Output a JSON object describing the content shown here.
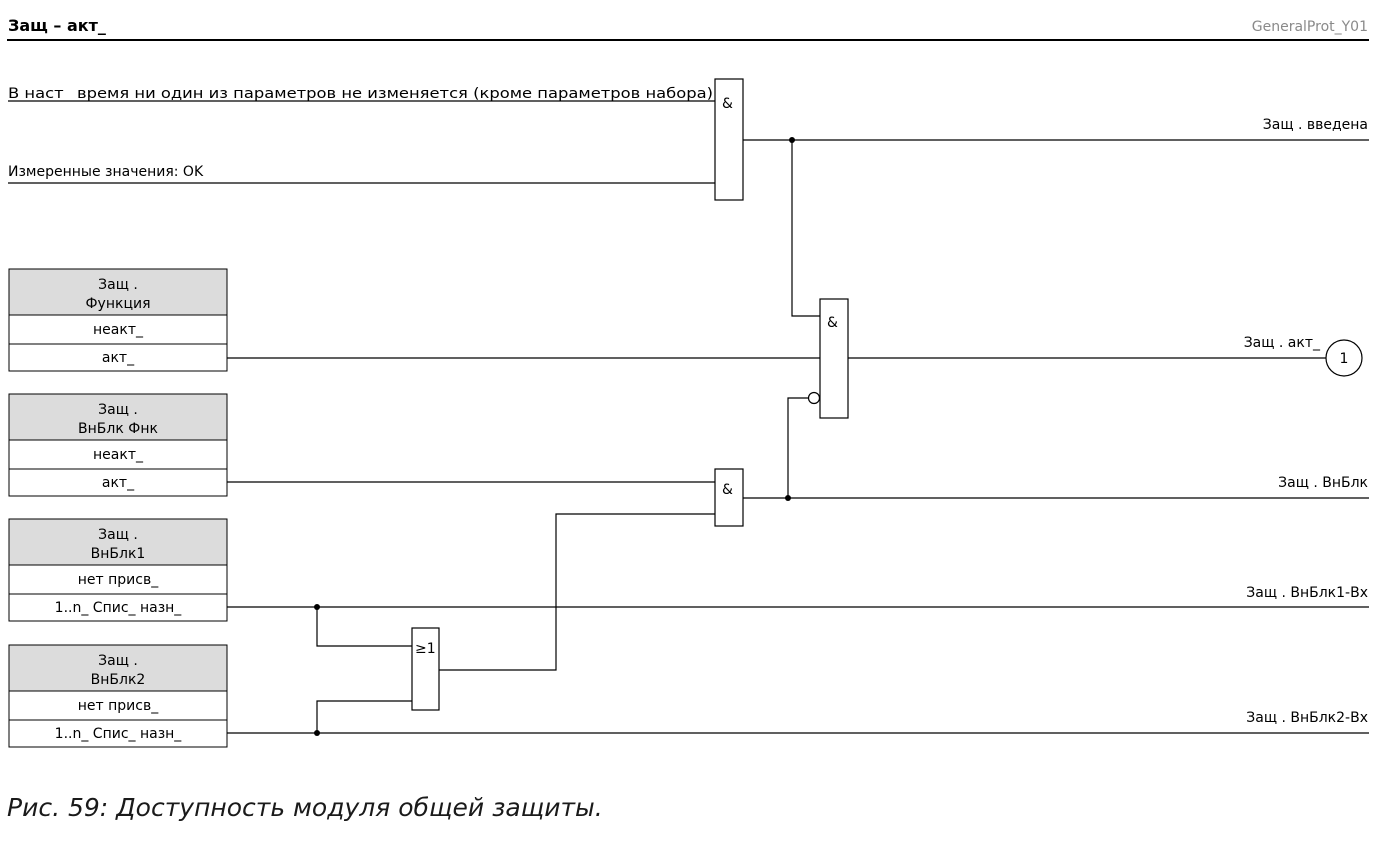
{
  "header": {
    "title": "Защ – акт_",
    "ref": "GeneralProt_Y01"
  },
  "inputs": {
    "param_change": "В наст_ время ни один из параметров не изменяется (кроме параметров набора)",
    "measured_ok": "Измеренные значения: OK"
  },
  "setting_boxes": [
    {
      "title_line1": "Защ .",
      "title_line2": "Функция",
      "option1": "неакт_",
      "option2": "акт_"
    },
    {
      "title_line1": "Защ .",
      "title_line2": "ВнБлк Фнк",
      "option1": "неакт_",
      "option2": "акт_"
    },
    {
      "title_line1": "Защ .",
      "title_line2": "ВнБлк1",
      "option1": "нет присв_",
      "option2": "1..n_ Спис_ назн_"
    },
    {
      "title_line1": "Защ .",
      "title_line2": "ВнБлк2",
      "option1": "нет присв_",
      "option2": "1..n_ Спис_ назн_"
    }
  ],
  "gates": {
    "and_symbol": "&",
    "or_symbol": "≥1"
  },
  "outputs": {
    "enabled": "Защ . введена",
    "active": "Защ . акт_",
    "blocked": "Защ . ВнБлк",
    "block1_input": "Защ . ВнБлк1-Вх",
    "block2_input": "Защ . ВнБлк2-Вх"
  },
  "connector": {
    "number": "1"
  },
  "caption": "Рис. 59: Доступность модуля общей защиты."
}
